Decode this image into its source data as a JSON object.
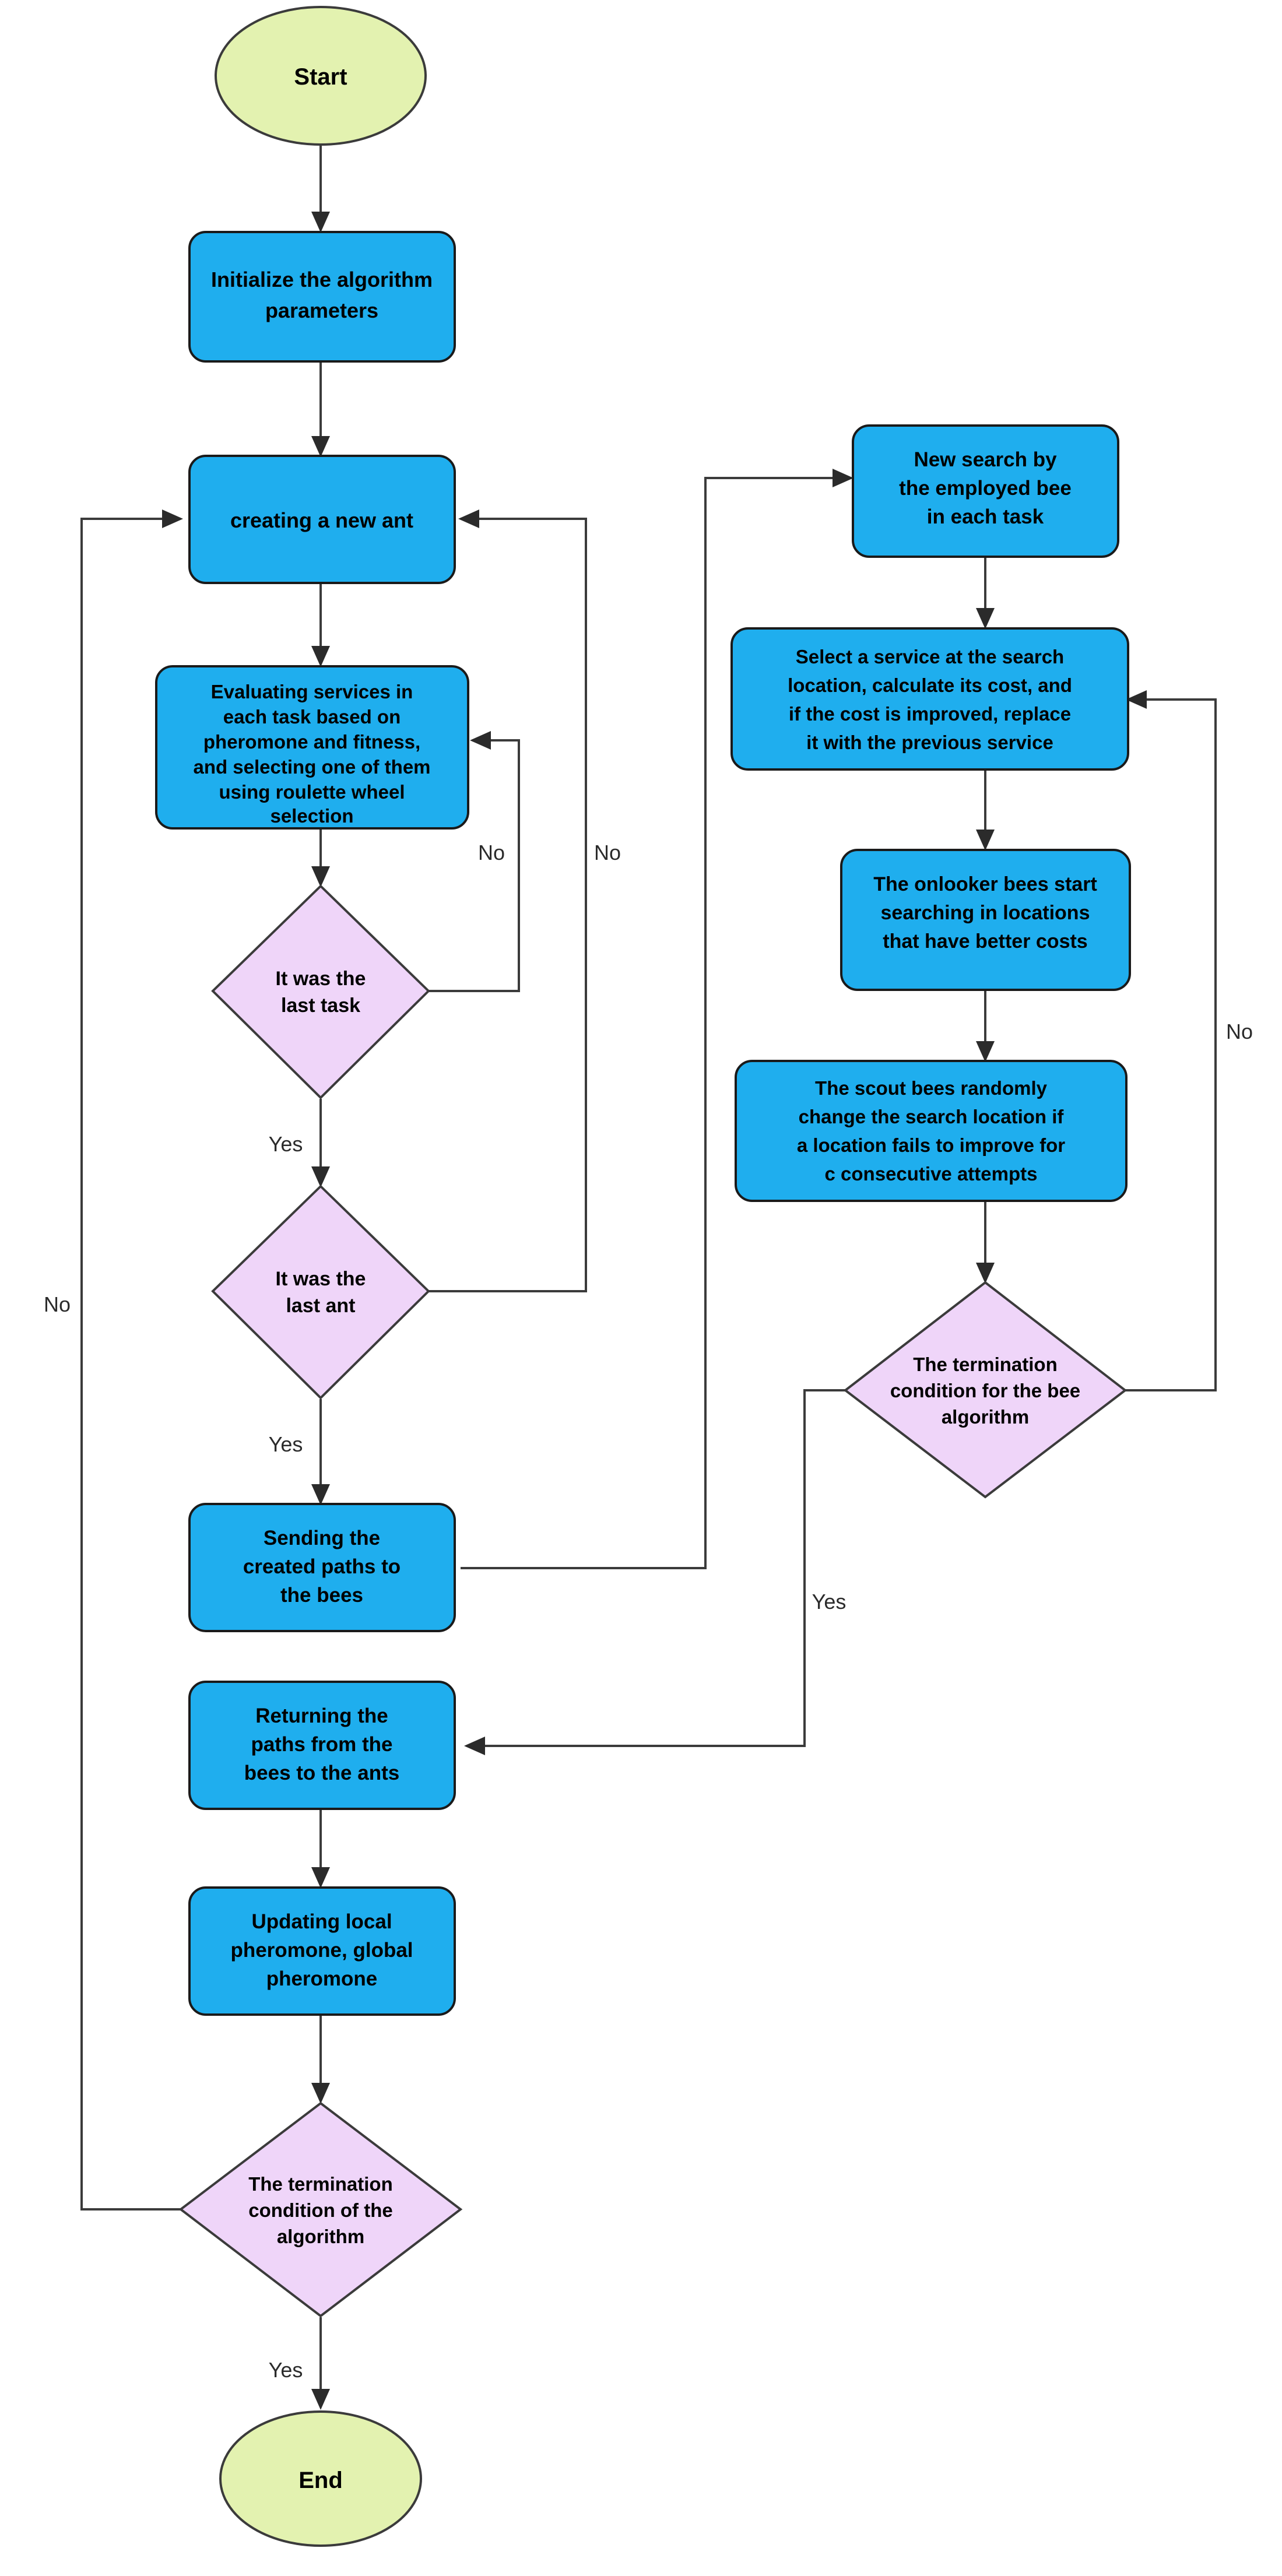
{
  "diagram": {
    "title": "Hybrid Ant Colony and Bee Algorithm Flowchart",
    "colors": {
      "process_fill": "#1FAEEE",
      "decision_fill": "#EFD5F9",
      "terminator_fill": "#E3F2B0",
      "stroke": "#3b3b3b",
      "text": "#000000",
      "background": "#ffffff"
    },
    "nodes": {
      "start": {
        "label": "Start",
        "shape": "ellipse"
      },
      "init": {
        "label_line1": "Initialize the algorithm",
        "label_line2": "parameters",
        "shape": "process"
      },
      "create_ant": {
        "label": "creating a new ant",
        "shape": "process"
      },
      "evaluate": {
        "line1": "Evaluating services in",
        "line2": "each task based on",
        "line3": "pheromone and fitness,",
        "line4": "and selecting one of them",
        "line5": "using roulette wheel",
        "line6": "selection",
        "shape": "process"
      },
      "last_task": {
        "line1": "It was the",
        "line2": "last task",
        "shape": "decision"
      },
      "last_ant": {
        "line1": "It was the",
        "line2": "last ant",
        "shape": "decision"
      },
      "sending": {
        "line1": "Sending the",
        "line2": "created paths to",
        "line3": "the bees",
        "shape": "process"
      },
      "returning": {
        "line1": "Returning the",
        "line2": "paths from the",
        "line3": "bees to the ants",
        "shape": "process"
      },
      "updating": {
        "line1": "Updating local",
        "line2": "pheromone, global",
        "line3": "pheromone",
        "shape": "process"
      },
      "term_algo": {
        "line1": "The termination",
        "line2": "condition of the",
        "line3": "algorithm",
        "shape": "decision"
      },
      "end": {
        "label": "End",
        "shape": "ellipse"
      },
      "new_search": {
        "line1": "New search by",
        "line2": "the employed bee",
        "line3": "in each task",
        "shape": "process"
      },
      "select_service": {
        "line1": "Select a service at the search",
        "line2": "location, calculate its cost, and",
        "line3": "if the cost is improved, replace",
        "line4": "it with the previous service",
        "shape": "process"
      },
      "onlooker": {
        "line1": "The onlooker bees start",
        "line2": "searching in locations",
        "line3": "that have better costs",
        "shape": "process"
      },
      "scout": {
        "line1": "The scout bees randomly",
        "line2": "change the search location if",
        "line3": "a location fails to improve for",
        "line4": "c consecutive attempts",
        "shape": "process"
      },
      "term_bee": {
        "line1": "The termination",
        "line2": "condition for the bee",
        "line3": "algorithm",
        "shape": "decision"
      }
    },
    "edge_labels": {
      "last_task_no": "No",
      "last_task_yes": "Yes",
      "last_ant_no": "No",
      "last_ant_yes": "Yes",
      "term_bee_no": "No",
      "term_bee_yes": "Yes",
      "term_algo_no": "No",
      "term_algo_yes": "Yes"
    }
  }
}
